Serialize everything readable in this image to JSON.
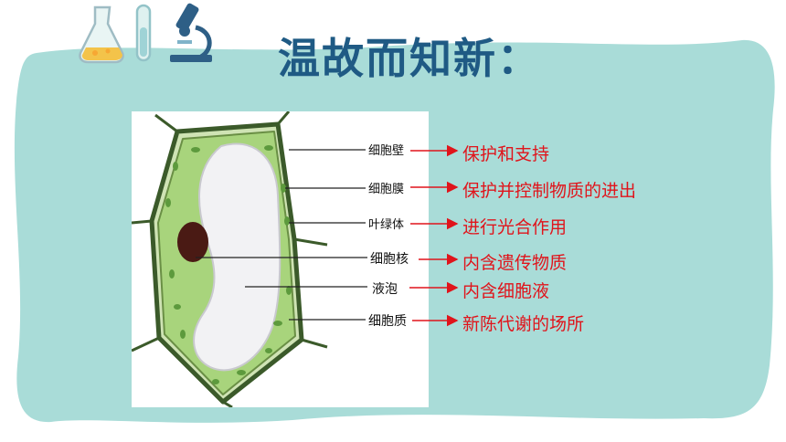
{
  "title": "温故而知新：",
  "icons": [
    "flask-icon",
    "test-tube-icon",
    "microscope-icon"
  ],
  "diagram": {
    "parts": [
      {
        "label": "细胞壁",
        "function": "保护和支持"
      },
      {
        "label": "细胞膜",
        "function": "保护并控制物质的进出"
      },
      {
        "label": "叶绿体",
        "function": "进行光合作用"
      },
      {
        "label": "细胞核",
        "function": "内含遗传物质"
      },
      {
        "label": "液泡",
        "function": "内含细胞液"
      },
      {
        "label": "细胞质",
        "function": "新陈代谢的场所"
      }
    ]
  },
  "colors": {
    "background_panel": "#a9dcd8",
    "title": "#1f5a84",
    "arrow": "#e0141b",
    "cytoplasm": "#a8d47c",
    "vacuole": "#f2f2f4",
    "nucleus": "#4a1a14"
  }
}
